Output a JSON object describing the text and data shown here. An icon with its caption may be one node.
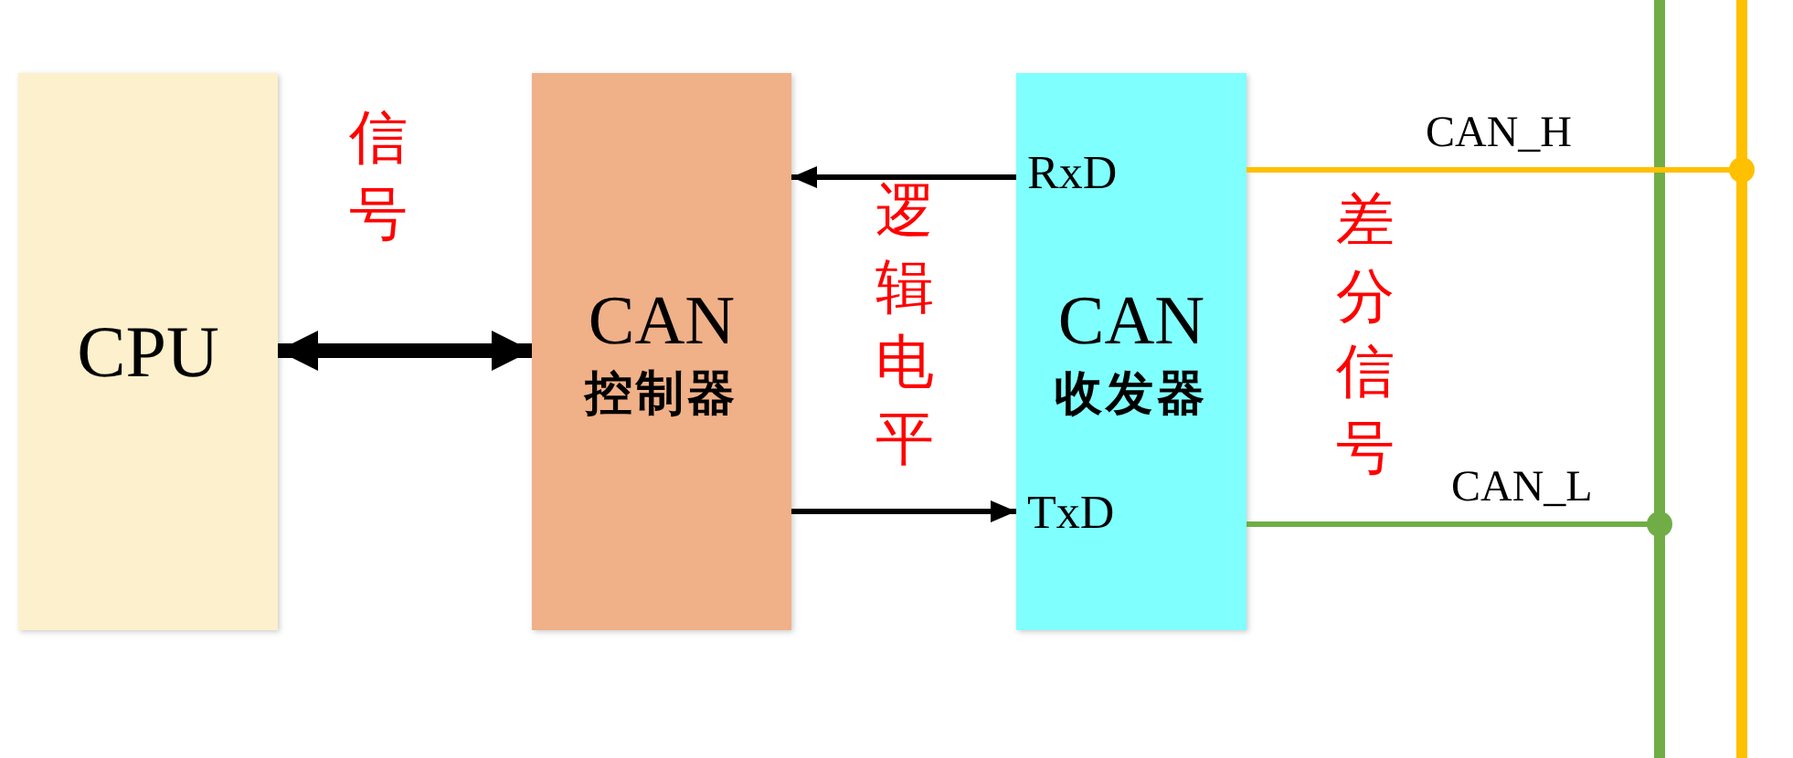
{
  "diagram": {
    "nodes": [
      {
        "text": [
          "CPU"
        ]
      },
      {
        "text": [
          "CAN",
          "控制器"
        ]
      },
      {
        "text": [
          "CAN",
          "收发器"
        ]
      },
      {
        "text": [],
        "shape": "bar"
      },
      {
        "text": [],
        "shape": "bar"
      }
    ],
    "edges": [
      {
        "from": 0,
        "to": 1,
        "arrow": "both",
        "style": "thick"
      },
      {
        "from": 2,
        "to": 1,
        "arrow": "to"
      },
      {
        "from": 1,
        "to": 2,
        "arrow": "to"
      },
      {
        "from": 2,
        "to": 4,
        "arrow": "other",
        "label": "CAN_H",
        "color": "#ffc000"
      },
      {
        "from": 2,
        "to": 3,
        "arrow": "other",
        "label": "CAN_L",
        "color": "#70ad47"
      }
    ],
    "labels": [
      "信号",
      "RxD",
      "逻辑电平",
      "TxD",
      "差分信号"
    ]
  }
}
